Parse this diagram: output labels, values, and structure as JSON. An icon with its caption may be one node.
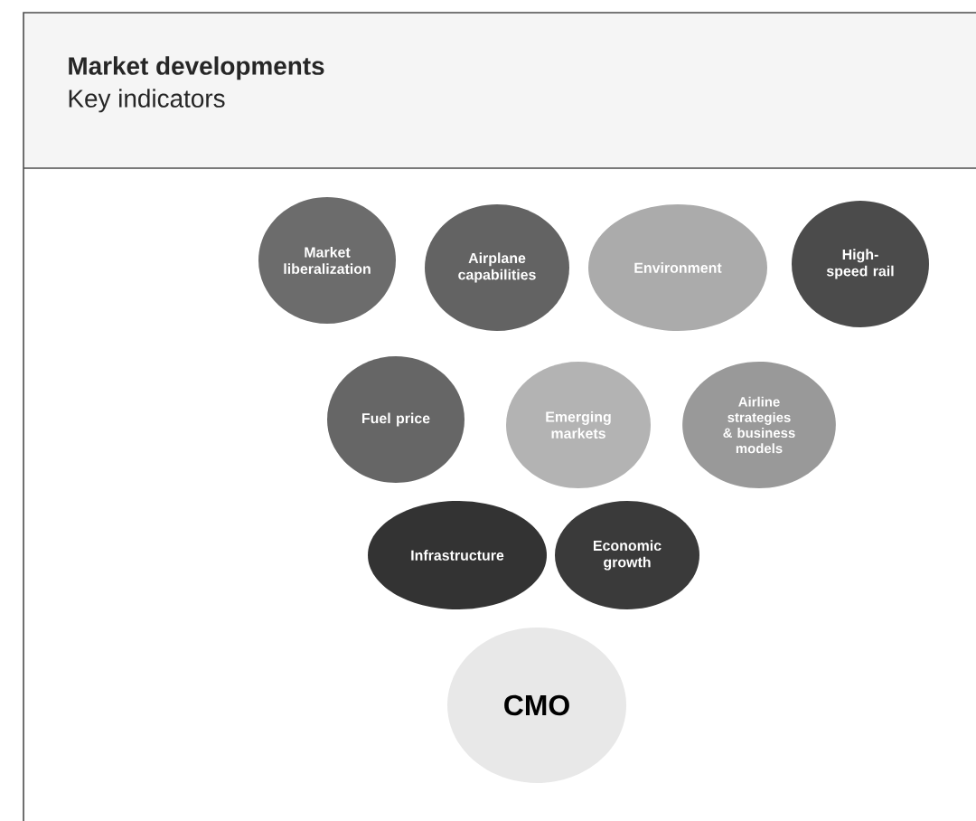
{
  "diagram": {
    "title": "Market developments",
    "nodes": [
      {
        "text": [
          "Market liberalization"
        ]
      },
      {
        "text": [
          "Airplane capabilities"
        ]
      },
      {
        "text": [
          "Environment"
        ]
      },
      {
        "text": [
          "High-speed rail"
        ]
      },
      {
        "text": [
          "Fuel price"
        ]
      },
      {
        "text": [
          "Emerging markets"
        ]
      },
      {
        "text": [
          "Airline strategies & business models"
        ]
      },
      {
        "text": [
          "Infrastructure"
        ]
      },
      {
        "text": [
          "Economic growth"
        ]
      },
      {
        "text": [
          "CMO"
        ]
      }
    ],
    "labels": [
      "Key indicators"
    ]
  }
}
